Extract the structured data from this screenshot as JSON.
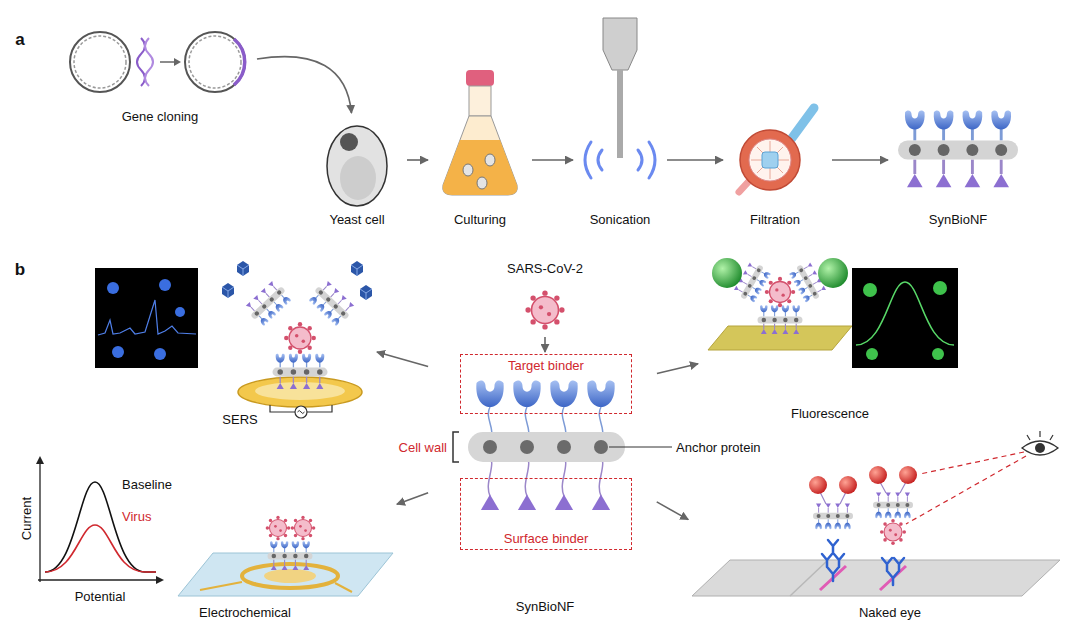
{
  "diagram": {
    "nodes": [
      {
        "text": [
          "Gene cloning"
        ]
      },
      {
        "text": [
          "Yeast cell"
        ]
      },
      {
        "text": [
          "Culturing"
        ]
      },
      {
        "text": [
          "Sonication"
        ]
      },
      {
        "text": [
          "Filtration"
        ]
      },
      {
        "text": [
          "SynBioNF"
        ]
      },
      {
        "text": [
          "SARS-CoV-2"
        ]
      },
      {
        "text": [
          "SynBioNF"
        ]
      },
      {
        "text": [
          "Target binder"
        ],
        "in": 7
      },
      {
        "text": [
          "Surface binder"
        ],
        "in": 7
      },
      {
        "text": [
          "SERS"
        ]
      },
      {
        "text": [
          "Fluorescence"
        ]
      },
      {
        "text": [
          "Electrochemical"
        ]
      },
      {
        "text": [
          "Naked eye"
        ]
      }
    ],
    "edges": [
      {
        "from": 0,
        "to": 1,
        "arrow": "to"
      },
      {
        "from": 1,
        "to": 2,
        "arrow": "to"
      },
      {
        "from": 2,
        "to": 3,
        "arrow": "to"
      },
      {
        "from": 3,
        "to": 4,
        "arrow": "to"
      },
      {
        "from": 4,
        "to": 5,
        "arrow": "to"
      },
      {
        "from": 6,
        "to": 8,
        "arrow": "to"
      },
      {
        "from": 7,
        "to": 10,
        "arrow": "to"
      },
      {
        "from": 7,
        "to": 11,
        "arrow": "to"
      },
      {
        "from": 7,
        "to": 12,
        "arrow": "to"
      },
      {
        "from": 7,
        "to": 13,
        "arrow": "to"
      }
    ],
    "labels": [
      "a",
      "b",
      "Cell wall",
      "Anchor protein",
      "Current",
      "Potential",
      "Baseline",
      "Virus"
    ]
  }
}
